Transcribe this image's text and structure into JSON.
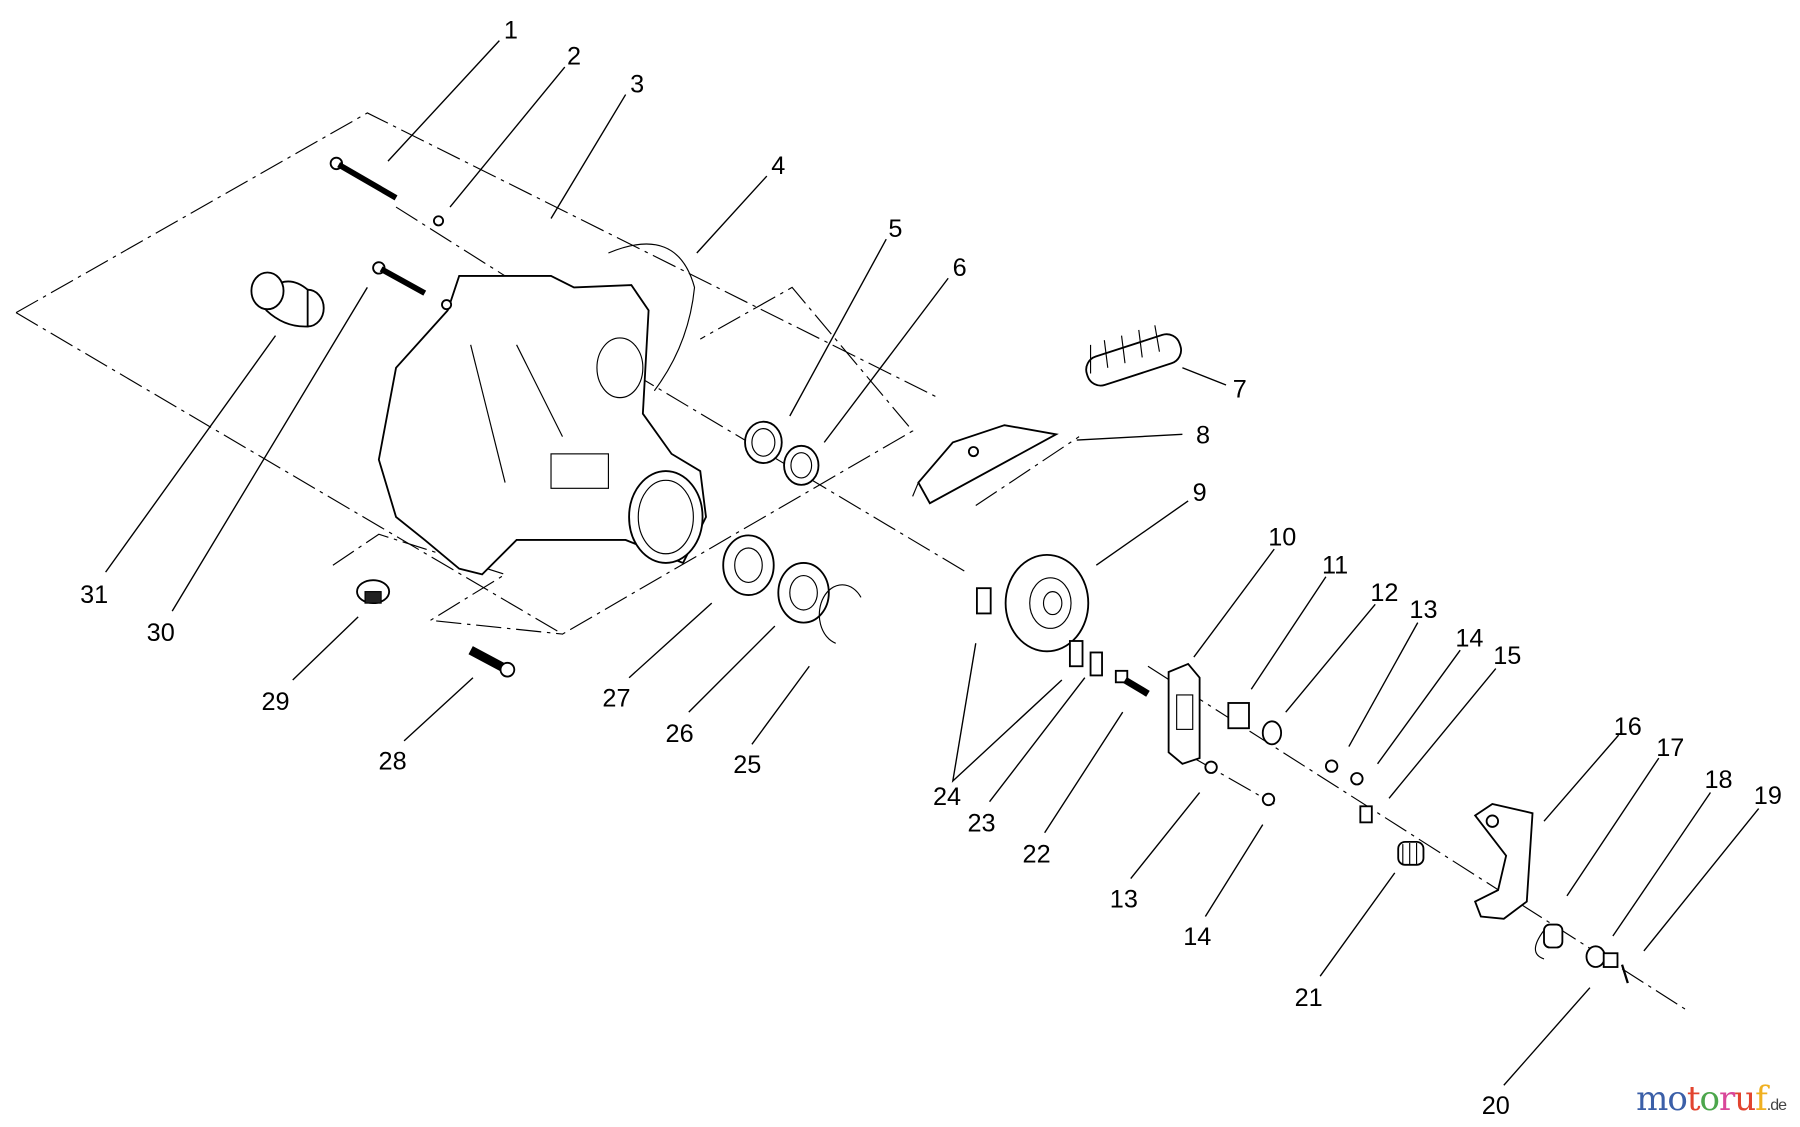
{
  "diagram": {
    "title": "Exploded parts diagram - gear housing assembly",
    "callouts": [
      "1",
      "2",
      "3",
      "4",
      "5",
      "6",
      "7",
      "8",
      "9",
      "10",
      "11",
      "12",
      "13",
      "14",
      "15",
      "16",
      "17",
      "18",
      "19",
      "20",
      "21",
      "13",
      "14",
      "22",
      "23",
      "24",
      "25",
      "26",
      "27",
      "28",
      "29",
      "30",
      "31"
    ]
  },
  "watermark": {
    "letters": [
      "m",
      "o",
      "t",
      "o",
      "r",
      "u",
      "f"
    ],
    "suffix": ".de",
    "colors": [
      "#3b5fa8",
      "#3b5fa8",
      "#e2442f",
      "#4ca64c",
      "#d9479a",
      "#e2442f",
      "#f0b020"
    ]
  }
}
